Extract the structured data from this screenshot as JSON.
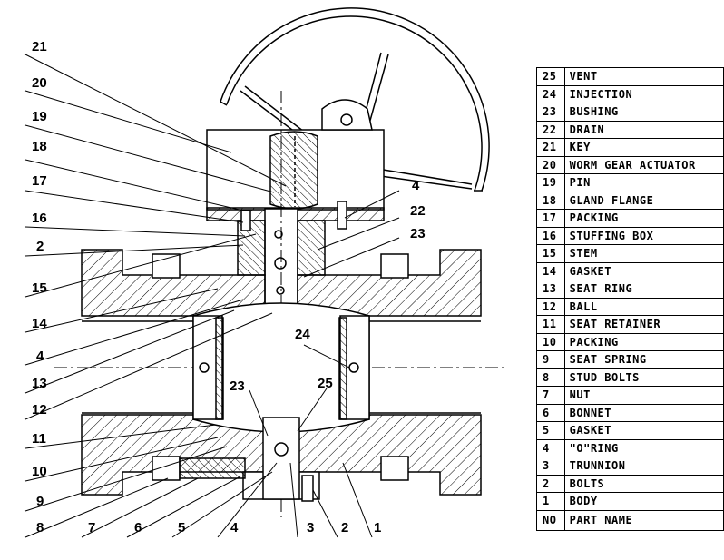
{
  "diagram": {
    "callouts": [
      "21",
      "20",
      "19",
      "18",
      "17",
      "16",
      "2",
      "15",
      "14",
      "4",
      "13",
      "12",
      "11",
      "10",
      "9",
      "8",
      "7",
      "6",
      "5",
      "4",
      "3",
      "2",
      "1",
      "4",
      "22",
      "23",
      "24",
      "23",
      "25"
    ]
  },
  "parts_table": {
    "header": {
      "no": "NO",
      "name": "PART NAME"
    },
    "rows": [
      {
        "no": "25",
        "name": "VENT"
      },
      {
        "no": "24",
        "name": "INJECTION"
      },
      {
        "no": "23",
        "name": "BUSHING"
      },
      {
        "no": "22",
        "name": "DRAIN"
      },
      {
        "no": "21",
        "name": "KEY"
      },
      {
        "no": "20",
        "name": "WORM GEAR ACTUATOR"
      },
      {
        "no": "19",
        "name": "PIN"
      },
      {
        "no": "18",
        "name": "GLAND FLANGE"
      },
      {
        "no": "17",
        "name": "PACKING"
      },
      {
        "no": "16",
        "name": "STUFFING BOX"
      },
      {
        "no": "15",
        "name": "STEM"
      },
      {
        "no": "14",
        "name": "GASKET"
      },
      {
        "no": "13",
        "name": "SEAT RING"
      },
      {
        "no": "12",
        "name": "BALL"
      },
      {
        "no": "11",
        "name": "SEAT RETAINER"
      },
      {
        "no": "10",
        "name": "PACKING"
      },
      {
        "no": "9",
        "name": "SEAT SPRING"
      },
      {
        "no": "8",
        "name": "STUD BOLTS"
      },
      {
        "no": "7",
        "name": "NUT"
      },
      {
        "no": "6",
        "name": "BONNET"
      },
      {
        "no": "5",
        "name": "GASKET"
      },
      {
        "no": "4",
        "name": "\"O\"RING"
      },
      {
        "no": "3",
        "name": "TRUNNION"
      },
      {
        "no": "2",
        "name": "BOLTS"
      },
      {
        "no": "1",
        "name": "BODY"
      }
    ]
  }
}
